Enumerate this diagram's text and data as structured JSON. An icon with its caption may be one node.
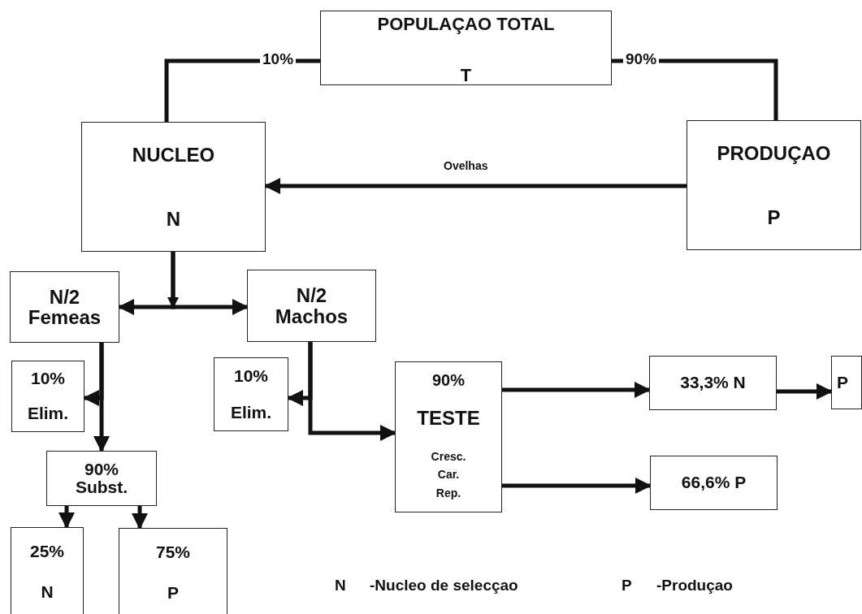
{
  "diagram": {
    "nodes": [
      {
        "text": [
          "POPULAÇAO TOTAL",
          "T"
        ]
      },
      {
        "text": [
          "NUCLEO",
          "N"
        ]
      },
      {
        "text": [
          "PRODUÇAO",
          "P"
        ]
      },
      {
        "text": [
          "N/2",
          "Femeas"
        ]
      },
      {
        "text": [
          "N/2",
          "Machos"
        ]
      },
      {
        "text": [
          "10%",
          "Elim."
        ]
      },
      {
        "text": [
          "90%",
          "Subst."
        ]
      },
      {
        "text": [
          "10%",
          "Elim."
        ]
      },
      {
        "text": [
          "90%",
          "TESTE",
          "Cresc. Car. Rep."
        ]
      },
      {
        "text": [
          "33,3% N"
        ]
      },
      {
        "text": [
          "P"
        ]
      },
      {
        "text": [
          "66,6% P"
        ]
      },
      {
        "text": [
          "25%",
          "N"
        ]
      },
      {
        "text": [
          "75%",
          "P"
        ]
      }
    ],
    "edges": [
      {
        "from": 0,
        "to": 1,
        "arrow": "none",
        "label": "10%"
      },
      {
        "from": 0,
        "to": 2,
        "arrow": "none",
        "label": "90%"
      },
      {
        "from": 2,
        "to": 1,
        "arrow": "to",
        "label": "Ovelhas"
      },
      {
        "from": 1,
        "to": 3,
        "arrow": "to"
      },
      {
        "from": 1,
        "to": 4,
        "arrow": "to"
      },
      {
        "from": 3,
        "to": 5,
        "arrow": "to"
      },
      {
        "from": 3,
        "to": 6,
        "arrow": "to"
      },
      {
        "from": 4,
        "to": 7,
        "arrow": "to"
      },
      {
        "from": 4,
        "to": 8,
        "arrow": "to"
      },
      {
        "from": 8,
        "to": 9,
        "arrow": "to"
      },
      {
        "from": 8,
        "to": 11,
        "arrow": "to"
      },
      {
        "from": 9,
        "to": 10,
        "arrow": "to"
      },
      {
        "from": 6,
        "to": 12,
        "arrow": "to"
      },
      {
        "from": 6,
        "to": 13,
        "arrow": "to"
      }
    ],
    "labels": [
      "N",
      "-Nucleo de selecçao",
      "P",
      "-Produçao"
    ]
  }
}
